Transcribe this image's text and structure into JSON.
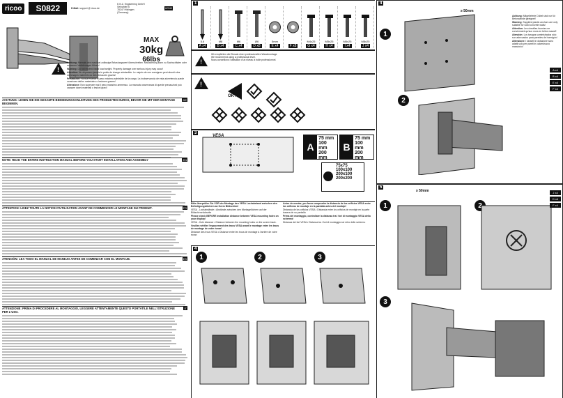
{
  "header": {
    "logo": "ricoo",
    "model": "S0822",
    "email_label": "E-Mail:",
    "email": "support @ ricoo.de",
    "company": "E.N.Z. Engineering GmbH",
    "street": "Seinahlen 6",
    "city": "78247 Hilzingen",
    "country": "(Germany)",
    "doc_code": "#2348"
  },
  "capacity": {
    "max_label": "MAX",
    "weight_kg": "30kg",
    "weight_lbs": "66lbs"
  },
  "warnings_top": [
    {
      "lang": "DE",
      "label": "Achtung:",
      "text": "Niemals den maximal zulässige Belastungswert überschreiten. Missachtung kann zu Sachschäden oder schweren Verletzungen führen!"
    },
    {
      "lang": "EN",
      "label": "Warning:",
      "text": "Do not exceed listed load weight. Property damage over serious injury may occur!"
    },
    {
      "lang": "FR",
      "label": "Attention:",
      "text": "Ne dépassez jamais le poids de charge admissible. Le mépris de ces consignes peut aboutir des dommages matériels ou des blessures graves!"
    },
    {
      "lang": "ES",
      "label": "Precaución:",
      "text": "Nunca exceda el peso máximo admisible de la carga. La inobservancia de esta advertencia puede ocasionar daños materiales o lesiones graves!"
    },
    {
      "lang": "IT",
      "label": "Attenzione:",
      "text": "Non superare mai il peso massimo ammesso. La mancata osservanza di queste precauzioni può causare danni materiali o lesioni gravi!"
    }
  ],
  "sections": [
    {
      "lang": "DE",
      "title": "ACHTUNG: LESEN SIE DIE GESAMTE BEDIENUNGSANLEITUNG DES PRODUKTES DURCH, BEVOR SIE MIT DER MONTAGE BEGINNEN."
    },
    {
      "lang": "EN",
      "title": "NOTE: READ THE ENTIRE INSTRUCTION MANUAL BEFORE YOU START INSTALLATION AND ASSEMBLY"
    },
    {
      "lang": "FR",
      "title": "ATTENTION: LISEZ TOUTE LA NOTICE D'UTILISATION AVANT DE COMMENCER LE MONTAGE DU PRODUIT."
    },
    {
      "lang": "ES",
      "title": "ATENCIÓN: LEA TODO EL MANUAL DE MANEJO ANTES DE COMENZAR CON EL MONTAJE."
    },
    {
      "lang": "IT",
      "title": "ATTENZIONE: PRIMA DI PROCEDERE AL MONTAGGIO, LEGGERE ATTENTAMENTE QUESTO PORTATILE NELL'ISTRUZIONE PER L'USO."
    }
  ],
  "parts": [
    {
      "letter": "A",
      "qty": "x4",
      "size": "5.6"
    },
    {
      "letter": "B",
      "qty": "x4",
      "size": "M8"
    },
    {
      "letter": "C",
      "qty": "x4",
      "size": "M6"
    },
    {
      "letter": "D",
      "qty": "x8",
      "size": "Ø6"
    },
    {
      "letter": "E",
      "qty": "x4",
      "size": "5mm"
    },
    {
      "letter": "F",
      "qty": "x8",
      "size": ""
    },
    {
      "letter": "G",
      "qty": "x4",
      "size": "M4x25"
    },
    {
      "letter": "H",
      "qty": "x4",
      "size": "M5x25"
    },
    {
      "letter": "I",
      "qty": "x4",
      "size": "M6x25"
    },
    {
      "letter": "J",
      "qty": "x4",
      "size": "M8x25"
    }
  ],
  "professional_notes": [
    "Wir empfehlen die Einsatz einer professionellen Wandmontage",
    "We recommend using a professional level.",
    "Nous conseillons l'utilisation d'un niveau à bulle professionnel."
  ],
  "vesa": {
    "label": "VESA",
    "ok_label": "OK?",
    "a_letter": "A",
    "a_values": [
      "75 mm",
      "100 mm",
      "200 mm"
    ],
    "b_letter": "B",
    "b_values": [
      "75 mm",
      "100 mm",
      "200 mm"
    ],
    "combos": [
      "75x75",
      "100x100",
      "200x100",
      "200x200"
    ],
    "notes": [
      "Bitte überprüfen Sie VOR der Montage den VESA Lochabstand zwischen den Befestigungslöchern an Ihrem Bildschirm!",
      "VESA - Lochabstände • Abstände zwischen den Montagelöchern auf der Bildschirmrückseite",
      "Please check BEFORE installation distance between VESA mounting holes on your display!",
      "VESA - Hole distance • Distance between the mounting holes on the screen back.",
      "Veuillez vérifier l'espacement des trous VESA avant le montage entre les trous de montage de votre écran!",
      "Distance des trous VESA • Distance entre les trous de montage à l'arrière de votre écran"
    ],
    "notes_right": [
      "Antes de montar, por favor compruebe la distancia de los orificios VESA entre los orificios de montaje en la pantalla antes del montaje!",
      "Distancia de los orificios VESA • Distancia entre los orificios de montaje en la parte trasera de su pantalla",
      "Prima del montaggio, controllare la distanza tra i fori di montaggio VESA dello schermo!",
      "Distanza dei fori VESA • Distanza tra i fori di montaggio sul retro dello schermo"
    ]
  },
  "steps": {
    "panel4_label": "4",
    "panel5_label": "5",
    "depth_a": "≥ 50mm",
    "depth_b": "≥ 50mm",
    "step_numbers": [
      "1",
      "2",
      "3"
    ],
    "right_warnings": [
      {
        "label": "Achtung:",
        "text": "Mitgelieferte Dübel sind nur für Betonwände geeignet!"
      },
      {
        "label": "Warning:",
        "text": "Supplied plastic anchors are only suitable for solid concrete walls!"
      },
      {
        "label": "Attention:",
        "text": "Les chevilles fournies ne conviennent qu'aux murs en béton massif!"
      },
      {
        "label": "Atención:",
        "text": "Los tarugos suministrados sólo son adecuados para paredes de hormigón!"
      },
      {
        "label": "Attenzione:",
        "text": "I tasselli in dotazione sono adatti solo per pareti in calcestruzzo massiccio!"
      }
    ],
    "hw_qty": [
      "x4",
      "x4",
      "x4",
      "x4"
    ],
    "hw_letters": [
      "A",
      "B",
      "E",
      "F"
    ],
    "hw_letters2": [
      "J",
      "D",
      "F"
    ]
  },
  "colors": {
    "ink": "#111111",
    "paper": "#ffffff",
    "grey": "#9a9a9a"
  }
}
